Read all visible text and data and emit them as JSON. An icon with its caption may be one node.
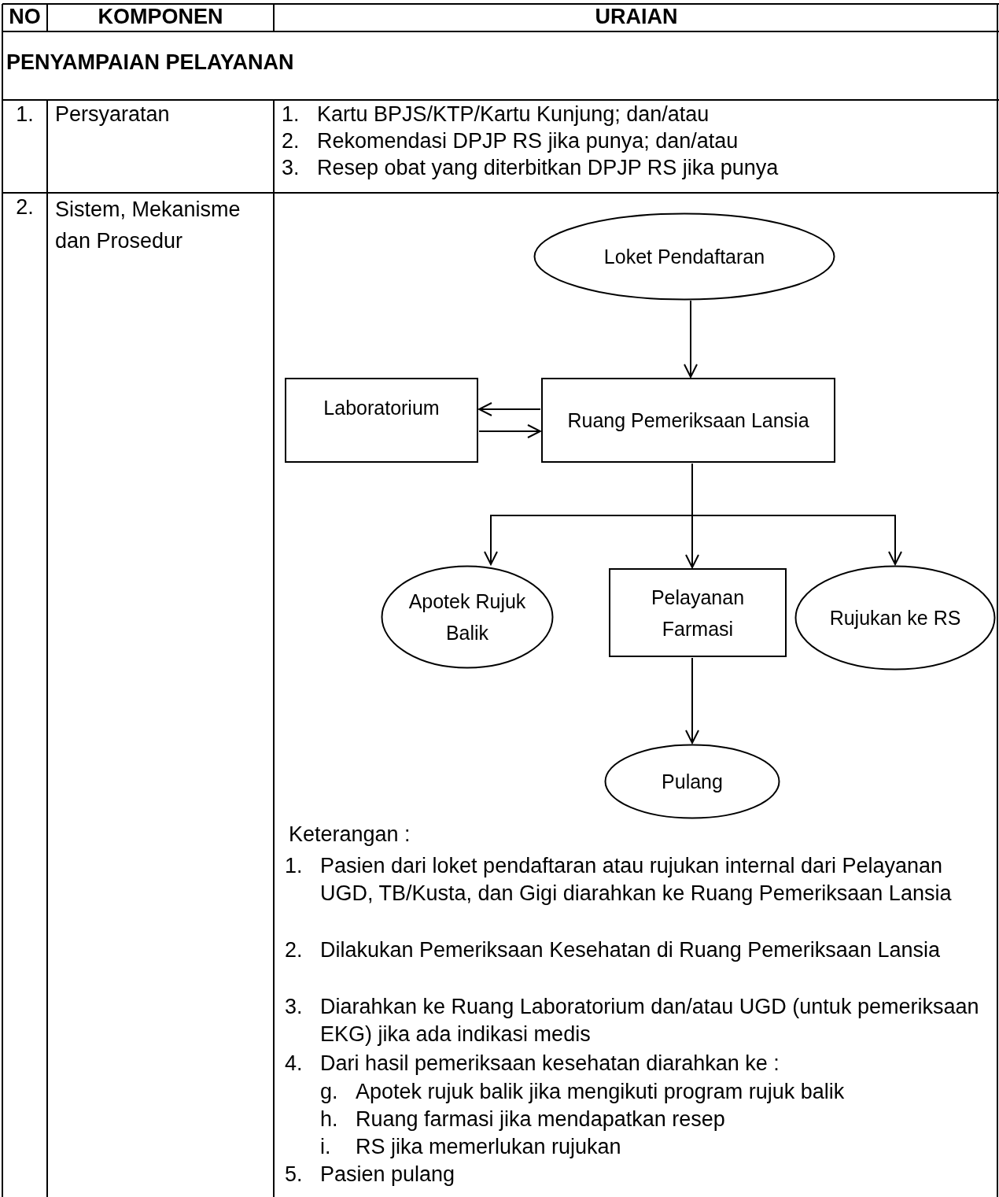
{
  "diagram": {
    "nodes": [
      {
        "text": [
          "Loket Pendaftaran"
        ]
      },
      {
        "text": [
          "Laboratorium"
        ]
      },
      {
        "text": [
          "Ruang Pemeriksaan Lansia"
        ]
      },
      {
        "text": [
          "Apotek Rujuk Balik"
        ]
      },
      {
        "text": [
          "Pelayanan Farmasi"
        ]
      },
      {
        "text": [
          "Rujukan ke RS"
        ]
      },
      {
        "text": [
          "Pulang"
        ]
      }
    ],
    "edges": [
      {
        "from": 0,
        "to": 2,
        "arrow": "to"
      },
      {
        "from": 2,
        "to": 1,
        "arrow": "to"
      },
      {
        "from": 1,
        "to": 2,
        "arrow": "to"
      },
      {
        "from": 2,
        "to": 3,
        "arrow": "to"
      },
      {
        "from": 2,
        "to": 4,
        "arrow": "to"
      },
      {
        "from": 2,
        "to": 5,
        "arrow": "to"
      },
      {
        "from": 4,
        "to": 6,
        "arrow": "to"
      }
    ],
    "labels": [
      "NO",
      "KOMPONEN",
      "URAIAN",
      "PENYAMPAIAN PELAYANAN",
      "1.",
      "Persyaratan",
      "1. Kartu BPJS/KTP/Kartu Kunjung; dan/atau",
      "2. Rekomendasi DPJP RS jika punya; dan/atau",
      "3. Resep obat yang diterbitkan DPJP RS jika punya",
      "2.",
      "Sistem, Mekanisme dan Prosedur",
      "Keterangan :",
      "1. Pasien dari loket pendaftaran atau rujukan internal dari Pelayanan UGD, TB/Kusta, dan Gigi diarahkan ke Ruang Pemeriksaan Lansia",
      "2. Dilakukan Pemeriksaan Kesehatan di Ruang Pemeriksaan Lansia",
      "3. Diarahkan ke Ruang Laboratorium dan/atau UGD (untuk pemeriksaan EKG) jika ada indikasi medis",
      "4. Dari hasil pemeriksaan kesehatan diarahkan ke :",
      "g. Apotek rujuk balik jika mengikuti program rujuk balik",
      "h. Ruang farmasi jika mendapatkan resep",
      "i. RS jika memerlukan rujukan",
      "5. Pasien pulang"
    ]
  }
}
